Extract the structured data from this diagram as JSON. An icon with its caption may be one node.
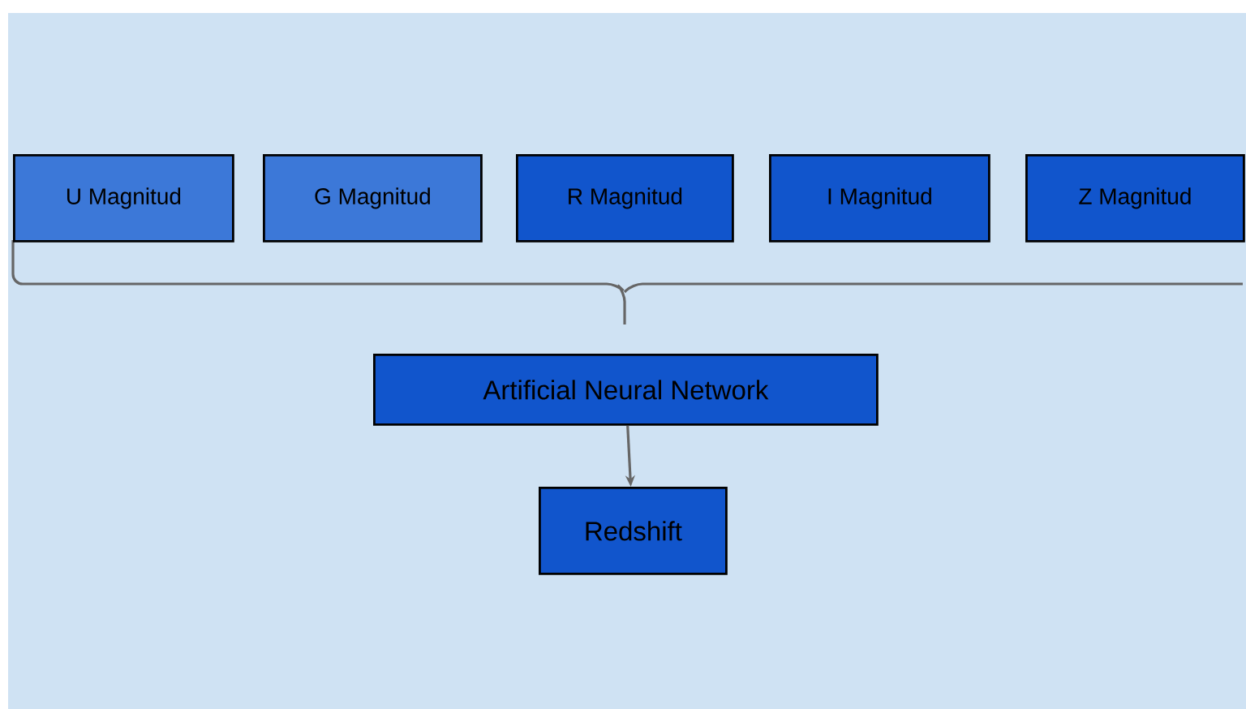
{
  "diagram": {
    "nodes": [
      {
        "text": [
          "U Magnitud"
        ]
      },
      {
        "text": [
          "G Magnitud"
        ]
      },
      {
        "text": [
          "R Magnitud"
        ]
      },
      {
        "text": [
          "I Magnitud"
        ]
      },
      {
        "text": [
          "Z Magnitud"
        ]
      },
      {
        "text": [
          "Artificial Neural Network"
        ]
      },
      {
        "text": [
          "Redshift"
        ]
      }
    ],
    "edges": [
      {
        "from": 5,
        "to": 6,
        "arrow": "to"
      }
    ]
  }
}
